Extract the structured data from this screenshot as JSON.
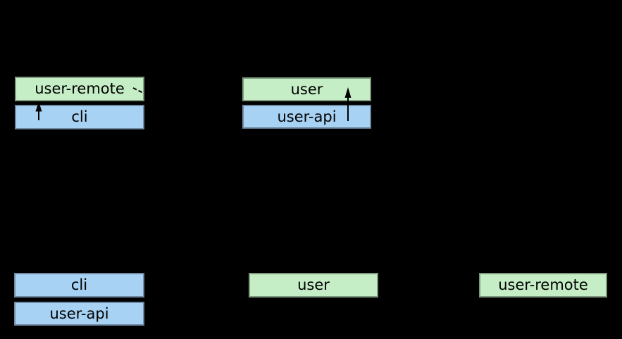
{
  "colors": {
    "background": "#000000",
    "lib_fill": "#c6eec6",
    "lib_border": "#7f997f",
    "app_fill": "#a7d2f3",
    "app_border": "#7089a3",
    "text": "#000000",
    "arrow": "#000000"
  },
  "diagram": {
    "top_left_stack": {
      "lib_label": "user-remote",
      "app_label": "cli"
    },
    "top_middle_stack": {
      "lib_label": "user",
      "app_label": "user-api"
    },
    "bottom_left_stack": {
      "app1_label": "cli",
      "app2_label": "user-api"
    },
    "bottom_middle": {
      "lib_label": "user"
    },
    "bottom_right": {
      "lib_label": "user-remote"
    }
  }
}
